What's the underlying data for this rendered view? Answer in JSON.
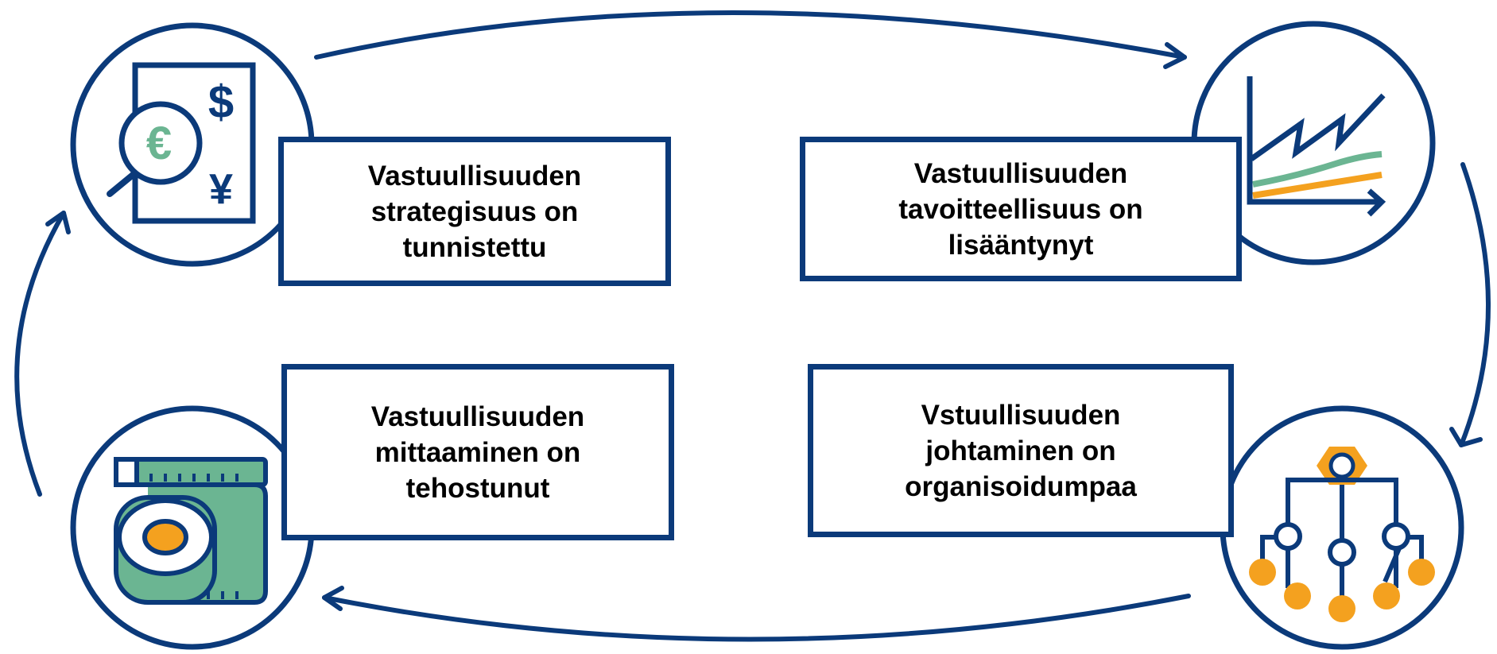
{
  "colors": {
    "navy": "#0b3a7a",
    "green": "#6bb592",
    "orange": "#f4a11f",
    "white": "#ffffff",
    "text": "#000000"
  },
  "stages": [
    {
      "id": "strategy",
      "icon": "currency-document-magnifier-icon",
      "lines": [
        "Vastuullisuuden",
        "strategisuus on",
        "tunnistettu"
      ]
    },
    {
      "id": "goals",
      "icon": "growth-line-chart-icon",
      "lines": [
        "Vastuullisuuden",
        "tavoitteellisuus on",
        "lisääntynyt"
      ]
    },
    {
      "id": "management",
      "icon": "organization-hierarchy-icon",
      "lines": [
        "Vstuullisuuden",
        "johtaminen on",
        "organisoidumpaa"
      ]
    },
    {
      "id": "measurement",
      "icon": "measuring-tape-icon",
      "lines": [
        "Vastuullisuuden",
        "mittaaminen on",
        "tehostunut"
      ]
    }
  ],
  "icon_glyphs": {
    "dollar": "$",
    "euro": "€",
    "yen": "¥"
  }
}
